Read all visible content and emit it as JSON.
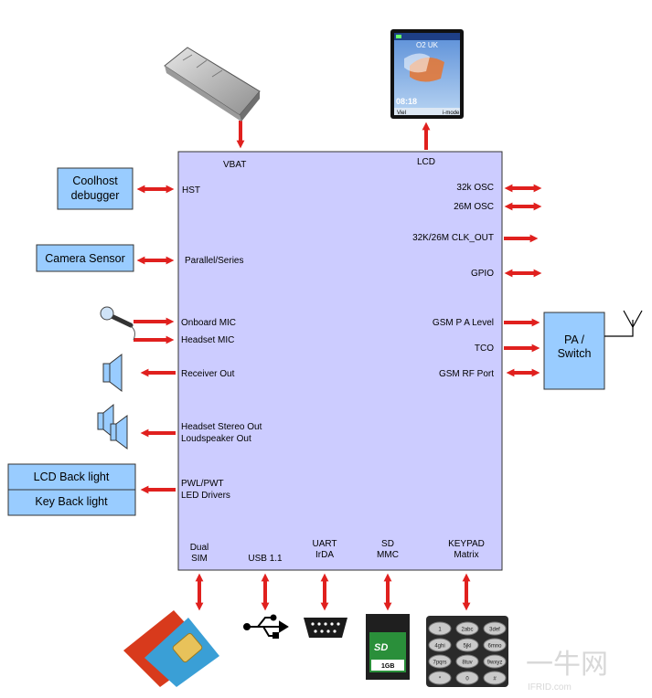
{
  "chip": {
    "top_labels": {
      "vbat": "VBAT",
      "lcd": "LCD"
    },
    "left_labels": {
      "hst": "HST",
      "parallel_series": "Parallel/Series",
      "onboard_mic": "Onboard MIC",
      "headset_mic": "Headset MIC",
      "receiver_out": "Receiver Out",
      "headset_stereo_out": "Headset Stereo Out",
      "loudspeaker_out": "Loudspeaker Out",
      "pwl_pwt": "PWL/PWT",
      "led_drivers": "LED Drivers"
    },
    "right_labels": {
      "osc_32k": "32k OSC",
      "osc_26m": "26M OSC",
      "clk_out": "32K/26M CLK_OUT",
      "gpio": "GPIO",
      "gsm_pa_level": "GSM P A Level",
      "tco": "TCO",
      "gsm_rf_port": "GSM RF Port"
    },
    "bottom_labels": {
      "dual_sim_1": "Dual",
      "dual_sim_2": "SIM",
      "usb": "USB 1.1",
      "uart_1": "UART",
      "uart_2": "IrDA",
      "sd_1": "SD",
      "sd_2": "MMC",
      "keypad_1": "KEYPAD",
      "keypad_2": "Matrix"
    }
  },
  "external_blocks": {
    "coolhost_1": "Coolhost",
    "coolhost_2": "debugger",
    "camera_sensor": "Camera Sensor",
    "lcd_back_light": "LCD Back light",
    "key_back_light": "Key Back light",
    "pa_switch_1": "PA /",
    "pa_switch_2": "Switch"
  },
  "phone_screen": {
    "carrier": "O2  UK",
    "time": "08:18",
    "softkey_left": "Viel",
    "softkey_right": "i-mode"
  },
  "sd_card": {
    "brand": "SD",
    "capacity": "1GB"
  },
  "keypad_keys": [
    "1",
    "2abc",
    "3def",
    "4ghi",
    "5jkl",
    "6mno",
    "7pqrs",
    "8tuv",
    "9wxyz",
    "*",
    "0",
    "#"
  ],
  "watermark": {
    "main": "一牛网",
    "sub": "IFRID.com"
  },
  "colors": {
    "chip_fill": "#ccccff",
    "block_fill": "#99ccff",
    "arrow": "#e0201e"
  }
}
